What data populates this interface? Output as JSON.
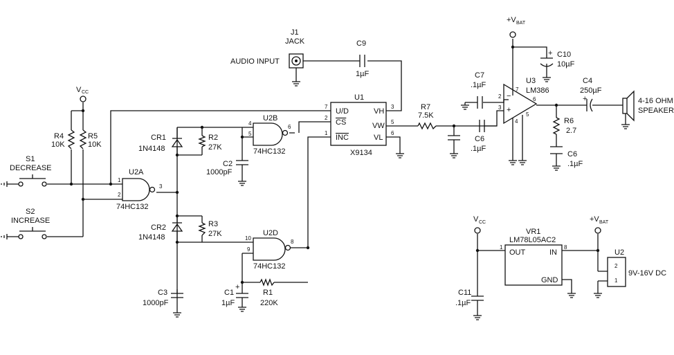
{
  "labels": {
    "vcc_left": "V",
    "vcc_left_sub": "CC",
    "r4": "R4",
    "r4_val": "10K",
    "r5": "R5",
    "r5_val": "10K",
    "s1": "S1",
    "s1_name": "DECREASE",
    "s2": "S2",
    "s2_name": "INCREASE",
    "u2a": "U2A",
    "u2a_part": "74HC132",
    "cr1": "CR1",
    "cr1_part": "1N4148",
    "cr2": "CR2",
    "cr2_part": "1N4148",
    "r2": "R2",
    "r2_val": "27K",
    "r3": "R3",
    "r3_val": "27K",
    "c2": "C2",
    "c2_val": "1000pF",
    "c3": "C3",
    "c3_val": "1000pF",
    "u2b": "U2B",
    "u2b_part": "74HC132",
    "u2d": "U2D",
    "u2d_part": "74HC132",
    "c1": "C1",
    "c1_val": "1µF",
    "r1": "R1",
    "r1_val": "220K",
    "j1": "J1",
    "j1_name": "JACK",
    "audio_input": "AUDIO INPUT",
    "c9": "C9",
    "c9_val": "1µF",
    "u1": "U1",
    "u1_part": "X9134",
    "u1_ud": "U/D",
    "u1_cs": "CS",
    "u1_inc": "INC",
    "u1_vh": "VH",
    "u1_vw": "VW",
    "u1_vl": "VL",
    "r7": "R7",
    "r7_val": "7.5K",
    "c7": "C7",
    "c7_val": ".1µF",
    "c8": "C6",
    "c8_val": ".1µF",
    "vbat_top": "+V",
    "vbat_top_sub": "BAT",
    "c10": "C10",
    "c10_val": "10µF",
    "u3": "U3",
    "u3_part": "LM386",
    "c4": "C4",
    "c4_val": "250µF",
    "r6": "R6",
    "r6_val": "2.7",
    "c6": "C6",
    "c6_val": ".1µF",
    "speaker_line1": "4-16 OHM",
    "speaker_line2": "SPEAKER",
    "vcc_reg": "V",
    "vcc_reg_sub": "CC",
    "vr1": "VR1",
    "vr1_part": "LM78L05AC2",
    "vr1_out": "OUT",
    "vr1_in": "IN",
    "vr1_gnd": "GND",
    "c11": "C11",
    "c11_val": ".1µF",
    "vbat_reg": "+V",
    "vbat_reg_sub": "BAT",
    "u2": "U2",
    "u2_range": "9V-16V DC"
  },
  "pins": {
    "u2a_1": "1",
    "u2a_2": "2",
    "u2a_3": "3",
    "u2b_4": "4",
    "u2b_5": "5",
    "u2b_6": "6",
    "u2d_10": "10",
    "u2d_9": "9",
    "u2d_8": "8",
    "u1_7": "7",
    "u1_2": "2",
    "u1_1": "1",
    "u1_3": "3",
    "u1_5": "5",
    "u1_6": "6",
    "u3_2": "2",
    "u3_3": "3",
    "u3_7": "7",
    "u3_6": "6",
    "u3_4": "4",
    "u3_5": "5",
    "vr1_1": "1",
    "vr1_8": "8",
    "u2_2": "2",
    "u2_1": "1",
    "c1_plus": "+",
    "c10_plus": "+",
    "c4_plus": "+",
    "u3_minus": "−",
    "u3_plus": "+"
  }
}
